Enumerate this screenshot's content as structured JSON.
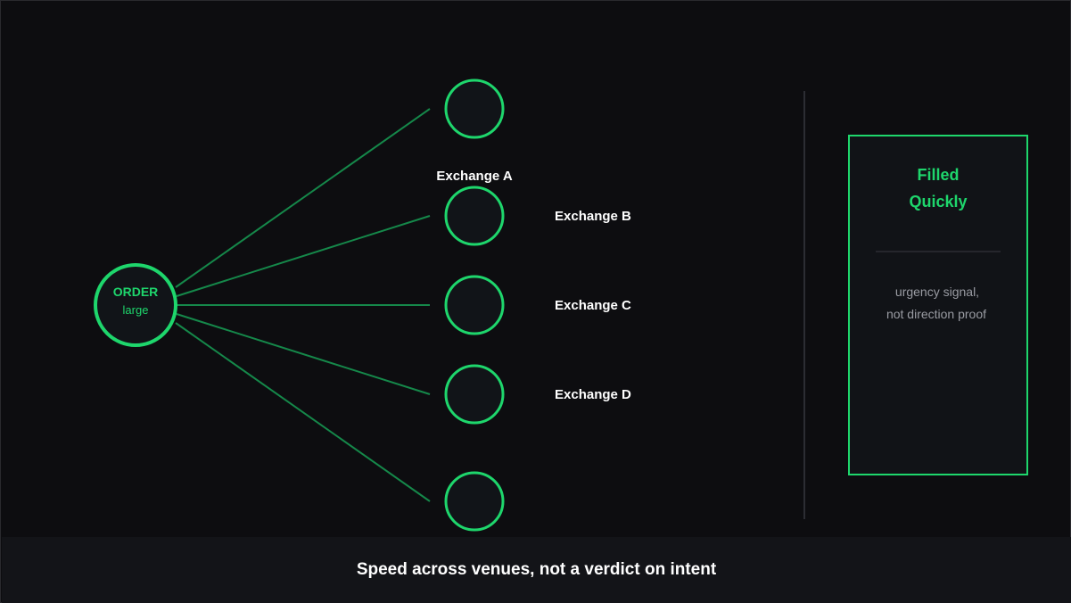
{
  "colors": {
    "background": "#0d0d10",
    "accent": "#1ed66c",
    "edge": "#15884a",
    "node_fill": "#111418",
    "panel_fill": "#111317",
    "divider": "#2c2d33",
    "muted_text": "#9a9ca3",
    "white_text": "#ffffff",
    "footer_bg": "#131418"
  },
  "order": {
    "title": "ORDER",
    "subtitle": "large"
  },
  "exchanges": [
    {
      "label": "Exchange A"
    },
    {
      "label": "Exchange B"
    },
    {
      "label": "Exchange C"
    },
    {
      "label": "Exchange D"
    },
    {
      "label": ""
    }
  ],
  "panel": {
    "title_line1": "Filled",
    "title_line2": "Quickly",
    "note_line1": "urgency signal,",
    "note_line2": "not direction proof"
  },
  "footer": {
    "caption": "Speed across venues, not a verdict on intent"
  }
}
